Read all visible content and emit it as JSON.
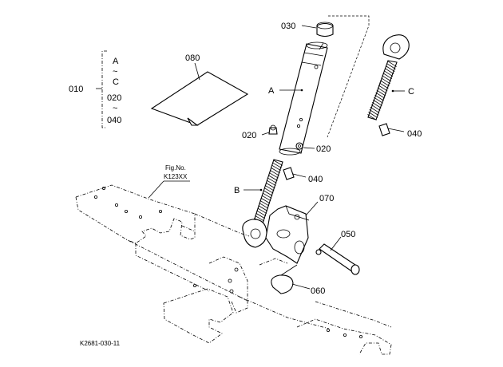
{
  "callouts": {
    "c010": "010",
    "c030": "030",
    "c080": "080",
    "c020_left": "020",
    "c020_right": "020",
    "c040_a": "040",
    "c040_b": "040",
    "c070": "070",
    "c050": "050",
    "c060": "060"
  },
  "set_list": {
    "item_a": "A",
    "tilde1": "~",
    "item_c": "C",
    "item_020": "020",
    "tilde2": "~",
    "item_040": "040"
  },
  "assembly_labels": {
    "a": "A",
    "b": "B",
    "c": "C"
  },
  "figure_ref": {
    "line1": "Fig.No.",
    "line2": "K123XX"
  },
  "diagram_code": "K2681-030-11"
}
